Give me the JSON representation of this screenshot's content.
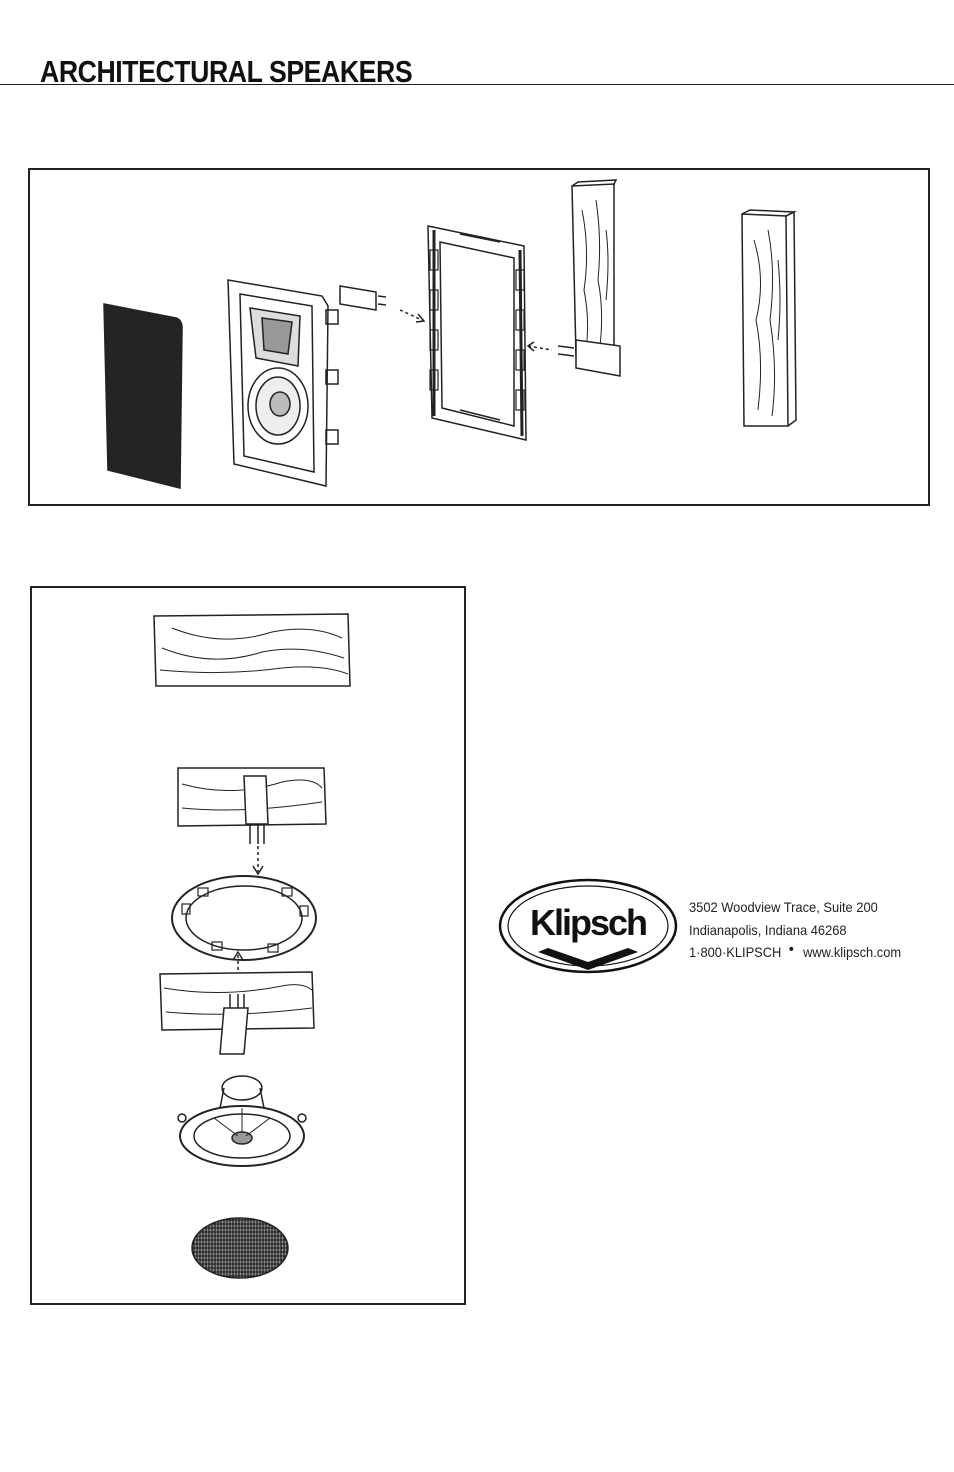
{
  "header": {
    "title": "ARCHITECTURAL SPEAKERS"
  },
  "company": {
    "logo_text": "Klipsch",
    "address_line1": "3502 Woodview Trace, Suite 200",
    "address_line2": "Indianapolis, Indiana 46268",
    "phone": "1·800·KLIPSCH",
    "separator": "•",
    "website": "www.klipsch.com"
  }
}
